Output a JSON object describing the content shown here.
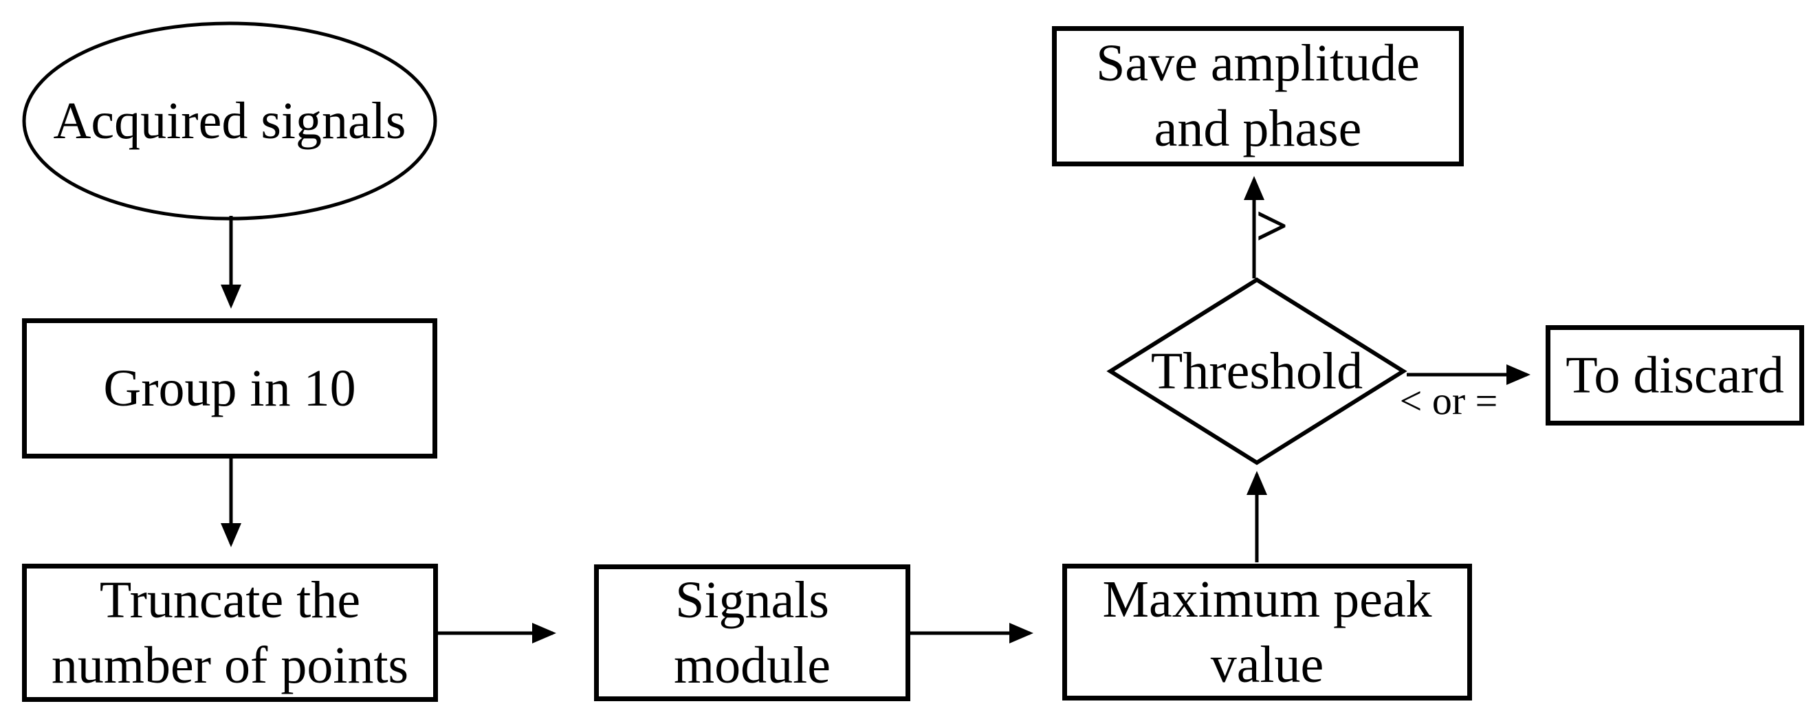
{
  "figure": {
    "type": "flowchart",
    "background_color": "#ffffff",
    "stroke_color": "#000000"
  },
  "nodes": {
    "acquired_signals": {
      "shape": "ellipse",
      "label": "Acquired signals"
    },
    "group_in_10": {
      "shape": "rect",
      "label": "Group in 10"
    },
    "truncate_points": {
      "shape": "rect",
      "label": "Truncate the\nnumber of points"
    },
    "signals_module": {
      "shape": "rect",
      "label": "Signals\nmodule"
    },
    "maximum_peak": {
      "shape": "rect",
      "label": "Maximum peak\nvalue"
    },
    "threshold": {
      "shape": "diamond",
      "label": "Threshold"
    },
    "save_amplitude_phase": {
      "shape": "rect",
      "label": "Save amplitude\nand phase"
    },
    "to_discard": {
      "shape": "rect",
      "label": "To discard"
    }
  },
  "edges": [
    {
      "from": "acquired_signals",
      "to": "group_in_10"
    },
    {
      "from": "group_in_10",
      "to": "truncate_points"
    },
    {
      "from": "truncate_points",
      "to": "signals_module"
    },
    {
      "from": "signals_module",
      "to": "maximum_peak"
    },
    {
      "from": "maximum_peak",
      "to": "threshold"
    },
    {
      "from": "threshold",
      "to": "save_amplitude_phase",
      "label": ">"
    },
    {
      "from": "threshold",
      "to": "to_discard",
      "label": "< or ="
    }
  ]
}
